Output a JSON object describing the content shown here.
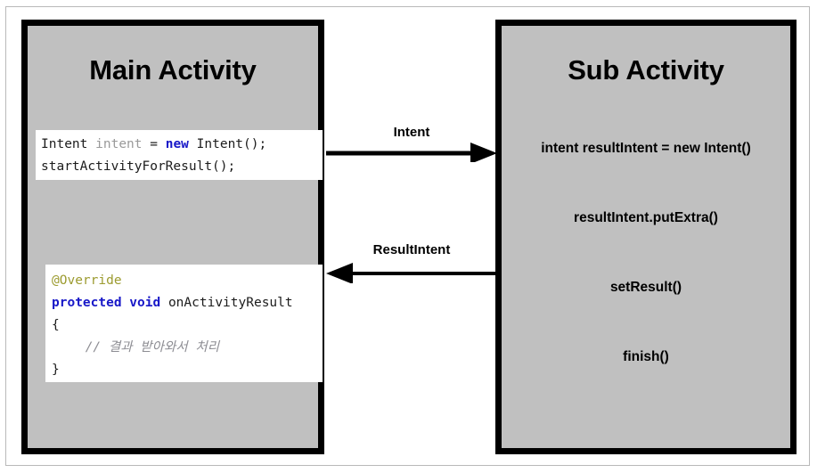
{
  "diagram": {
    "title_left": "Main Activity",
    "title_right": "Sub Activity",
    "colors": {
      "box_fill": "#c0c0c0",
      "box_border": "#000000",
      "code_panel_bg": "#ffffff",
      "keyword": "#1818c8",
      "annotation": "#9c9b30",
      "comment": "#8d8d93",
      "variable": "#9a9a9a",
      "page_bg": "#ffffff",
      "frame_border": "#b9b9b9"
    }
  },
  "main_activity": {
    "title": "Main Activity",
    "code_block_1": {
      "line1": {
        "type": "Intent",
        "space1": " ",
        "variable": "intent",
        "equals": " = ",
        "keyword": "new",
        "call": " Intent();"
      },
      "line2": "startActivityForResult();"
    },
    "code_block_2": {
      "line1": "@Override",
      "line2": {
        "modifiers": "protected void",
        "method": " onActivityResult"
      },
      "line3": "{",
      "line4": "// 결과 받아와서 처리",
      "line5": "}"
    }
  },
  "sub_activity": {
    "title": "Sub Activity",
    "steps": [
      "intent resultIntent = new Intent()",
      "resultIntent.putExtra()",
      "setResult()",
      "finish()"
    ]
  },
  "arrows": [
    {
      "label": "Intent",
      "direction": "right",
      "from": "Main Activity",
      "to": "Sub Activity"
    },
    {
      "label": "ResultIntent",
      "direction": "left",
      "from": "Sub Activity",
      "to": "Main Activity"
    }
  ]
}
